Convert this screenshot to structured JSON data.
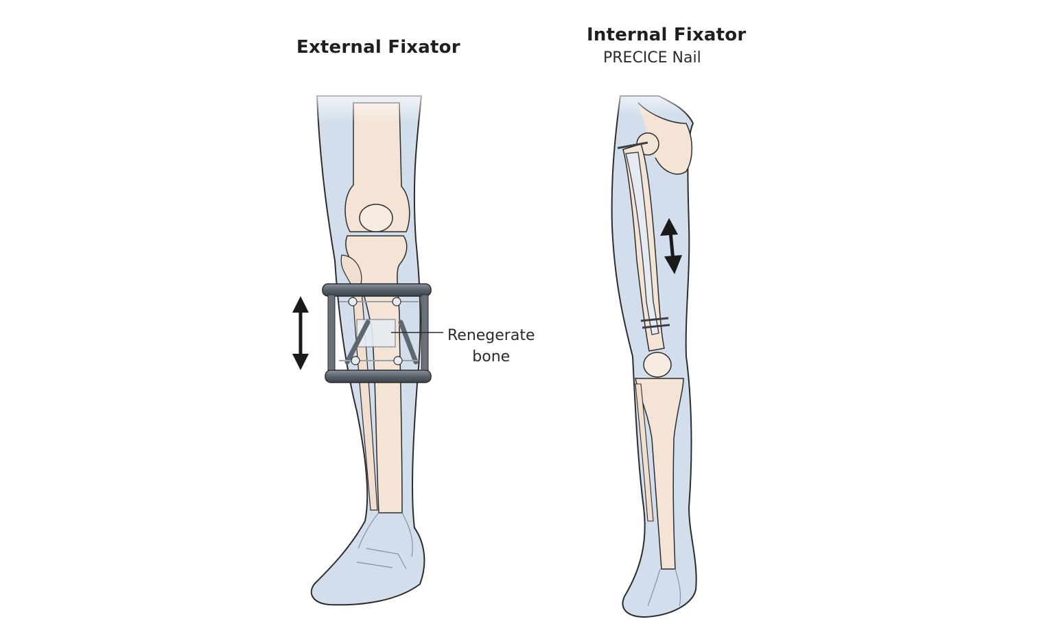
{
  "diagram": {
    "left_panel": {
      "title": "External Fixator",
      "callout_line1": "Renegerate",
      "callout_line2": "bone"
    },
    "right_panel": {
      "title": "Internal Fixator",
      "subtitle": "PRECICE Nail"
    },
    "colors": {
      "soft_tissue": "#cfdceb",
      "bone": "#f3e4d6",
      "outline": "#2b2b2b",
      "frame_metal": "#5f6670",
      "arrow": "#1a1a1a"
    }
  }
}
